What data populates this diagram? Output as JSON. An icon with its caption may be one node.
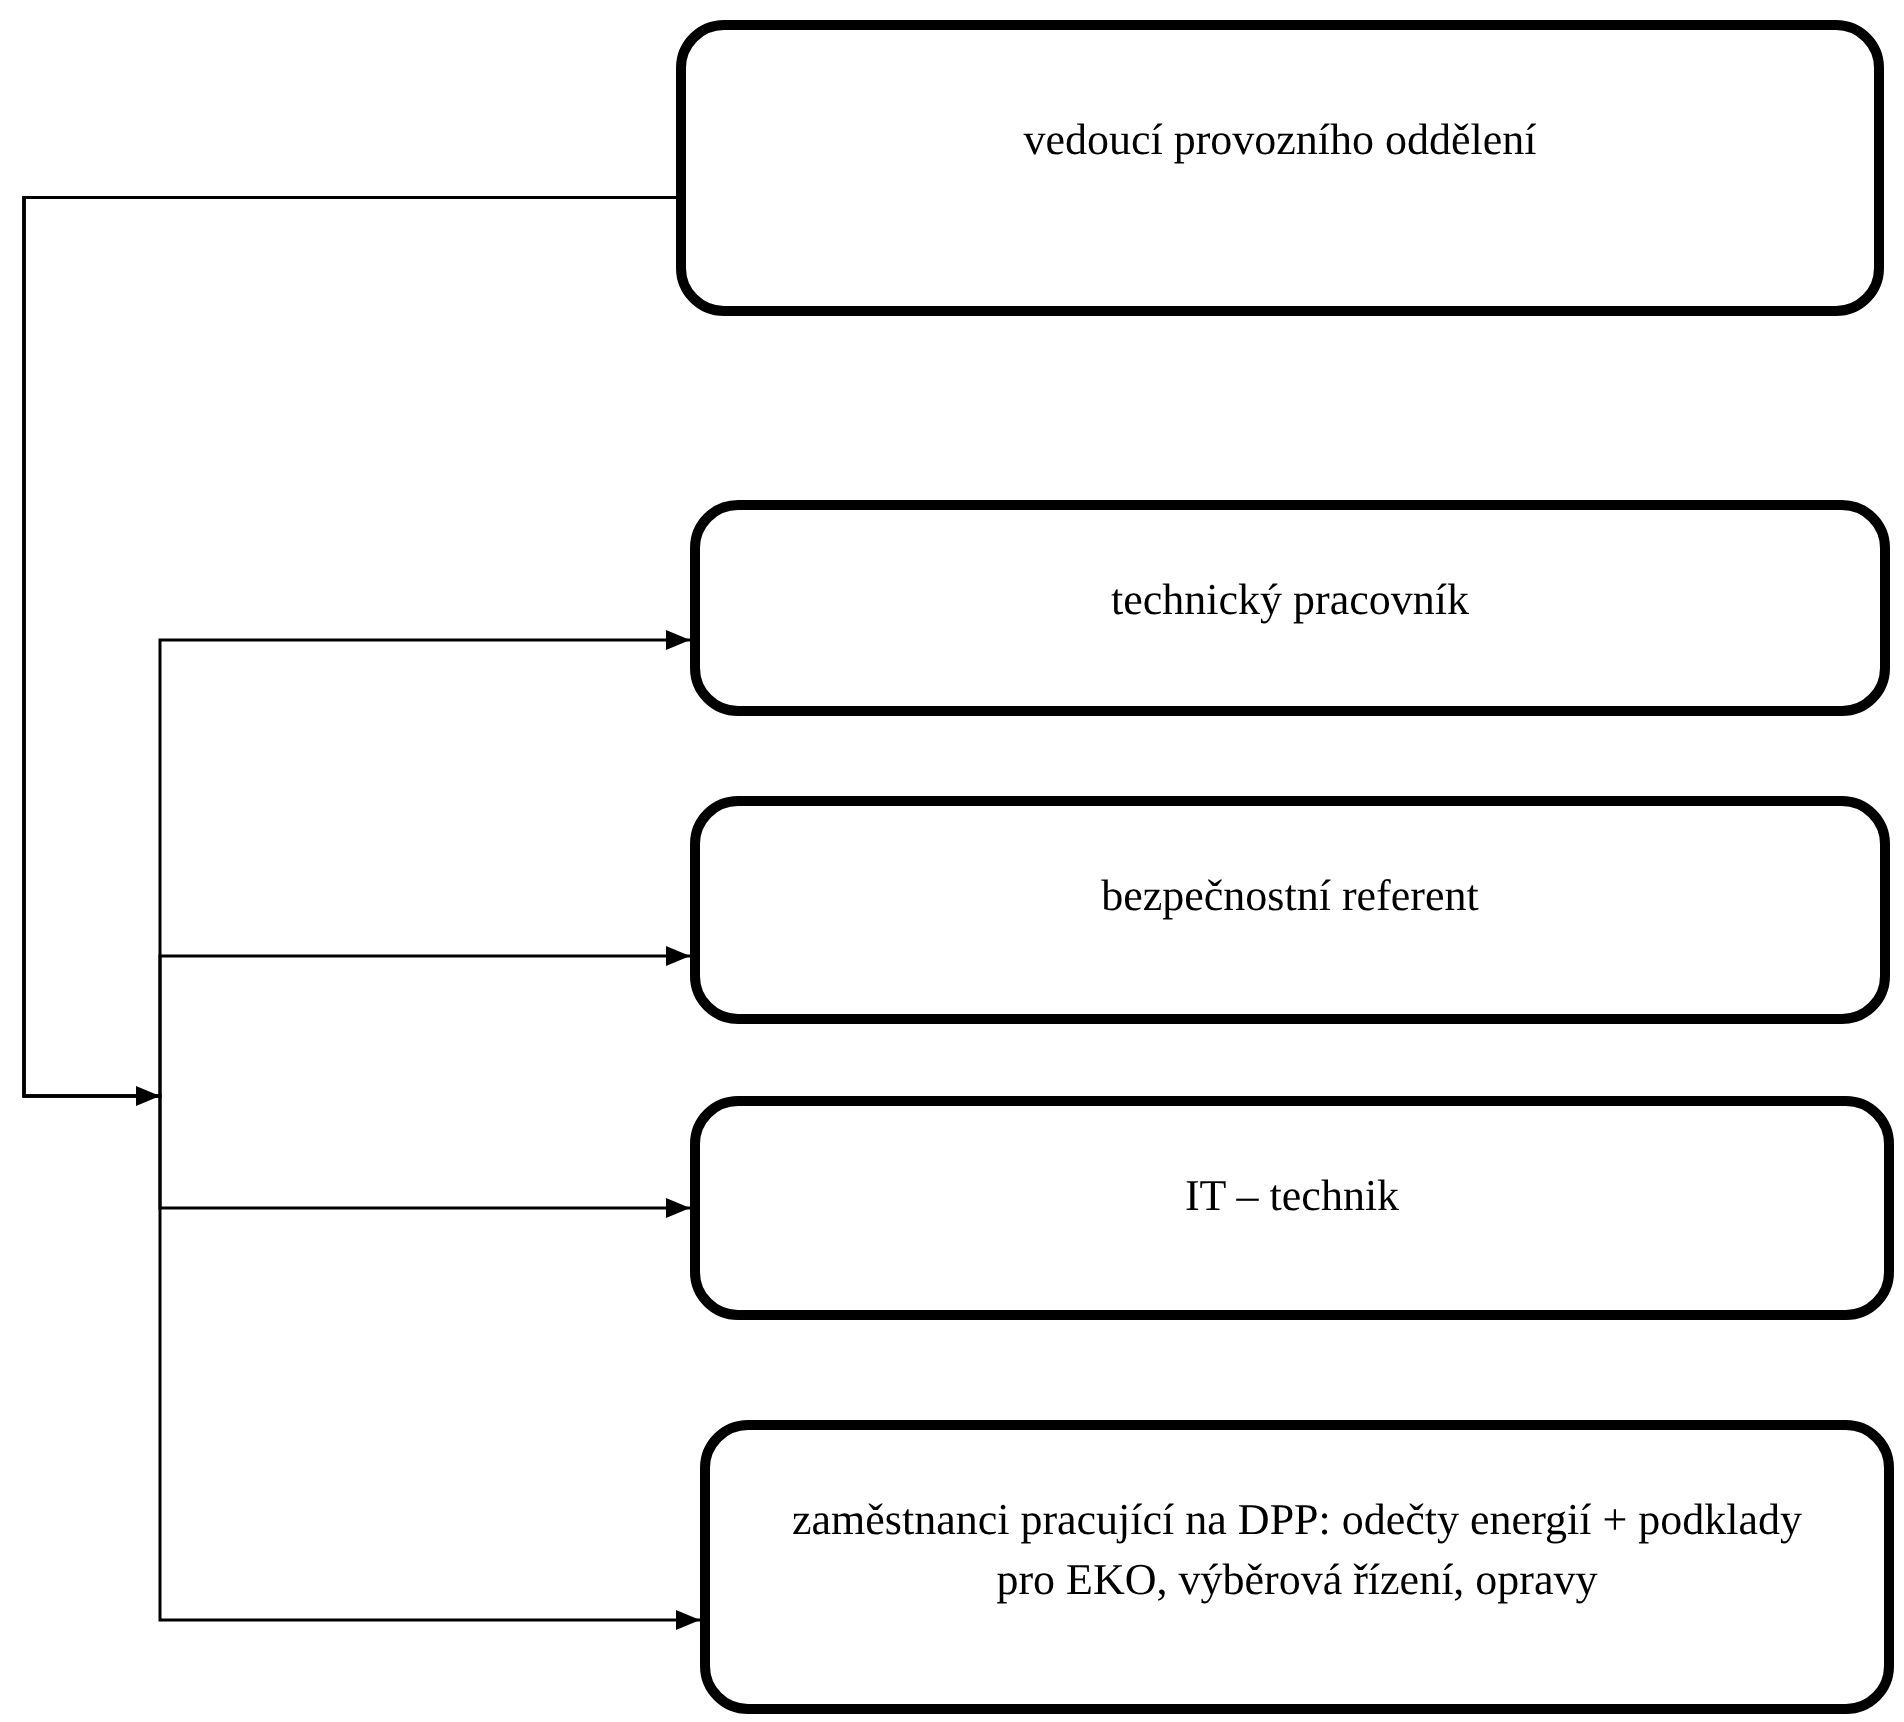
{
  "diagram": {
    "nodes": [
      {
        "text": [
          "vedoucí provozního oddělení"
        ]
      },
      {
        "text": [
          "technický pracovník"
        ]
      },
      {
        "text": [
          "bezpečnostní referent"
        ]
      },
      {
        "text": [
          "IT – technik"
        ]
      },
      {
        "text": [
          "zaměstnanci pracující na DPP: odečty energií + podklady pro EKO, výběrová řízení, opravy"
        ]
      }
    ],
    "edges": [
      {
        "from": 0,
        "to": 1,
        "arrow": "to"
      },
      {
        "from": 0,
        "to": 2,
        "arrow": "to"
      },
      {
        "from": 0,
        "to": 3,
        "arrow": "to"
      },
      {
        "from": 0,
        "to": 4,
        "arrow": "to"
      }
    ]
  }
}
